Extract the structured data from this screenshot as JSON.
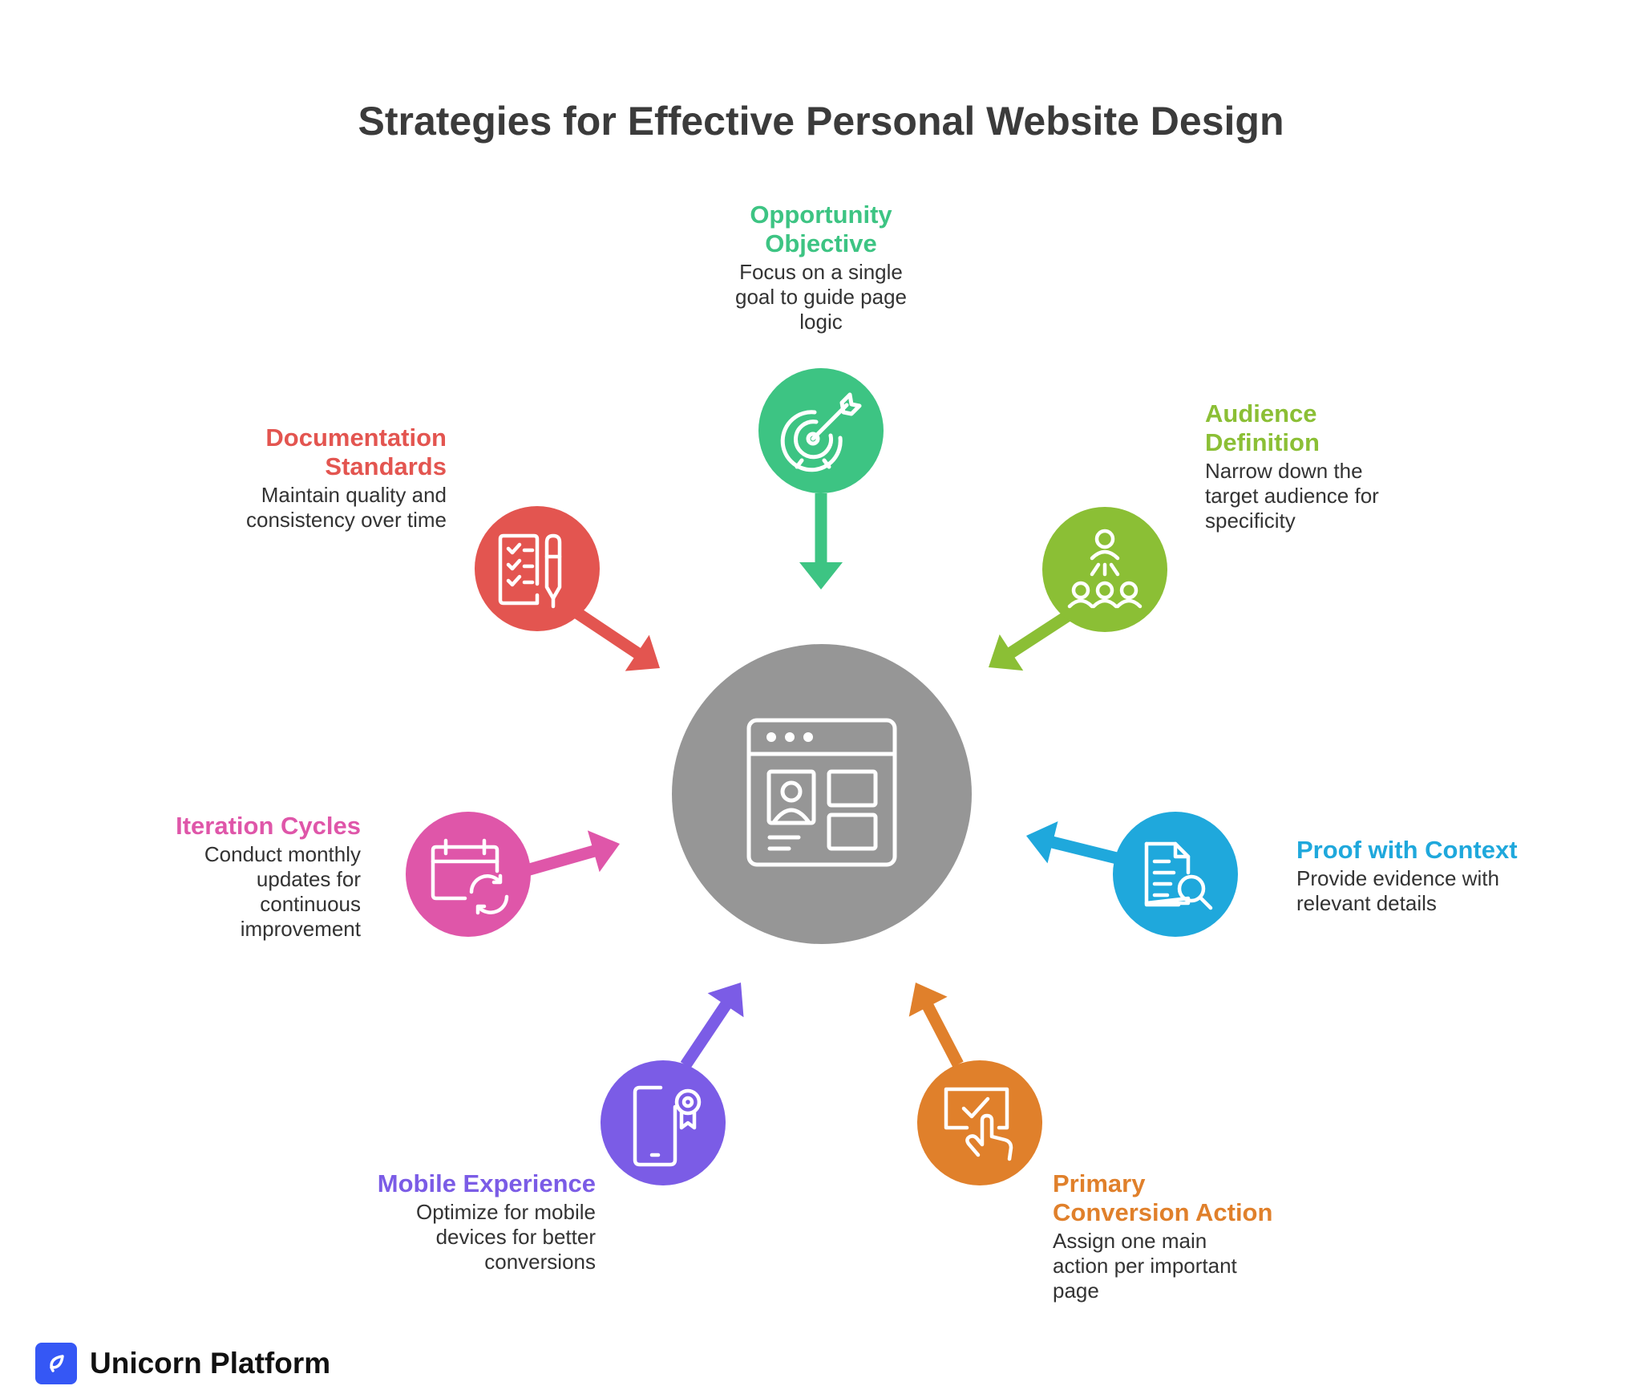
{
  "title": "Strategies for Effective Personal Website Design",
  "hub": {
    "icon": "web-profile-page-icon",
    "color": "#969696"
  },
  "items": [
    {
      "key": "opportunity",
      "title_lines": [
        "Opportunity",
        "Objective"
      ],
      "description_lines": [
        "Focus on a single",
        "goal to guide page",
        "logic"
      ],
      "color": "#3dc483",
      "icon": "target-arrow-icon"
    },
    {
      "key": "audience",
      "title_lines": [
        "Audience",
        "Definition"
      ],
      "description_lines": [
        "Narrow down the",
        "target audience for",
        "specificity"
      ],
      "color": "#8bbf35",
      "icon": "audience-group-icon"
    },
    {
      "key": "proof",
      "title_lines": [
        "Proof with Context"
      ],
      "description_lines": [
        "Provide evidence with",
        "relevant details"
      ],
      "color": "#1fa8dc",
      "icon": "document-search-icon"
    },
    {
      "key": "conversion",
      "title_lines": [
        "Primary",
        "Conversion Action"
      ],
      "description_lines": [
        "Assign one main",
        "action per important",
        "page"
      ],
      "color": "#e0802b",
      "icon": "click-check-icon"
    },
    {
      "key": "mobile",
      "title_lines": [
        "Mobile Experience"
      ],
      "description_lines": [
        "Optimize for mobile",
        "devices for better",
        "conversions"
      ],
      "color": "#7b5ce6",
      "icon": "mobile-badge-icon"
    },
    {
      "key": "iteration",
      "title_lines": [
        "Iteration Cycles"
      ],
      "description_lines": [
        "Conduct monthly",
        "updates for",
        "continuous",
        "improvement"
      ],
      "color": "#df56a9",
      "icon": "calendar-refresh-icon"
    },
    {
      "key": "documentation",
      "title_lines": [
        "Documentation",
        "Standards"
      ],
      "description_lines": [
        "Maintain quality and",
        "consistency over time"
      ],
      "color": "#e35550",
      "icon": "checklist-pen-icon"
    }
  ],
  "brand": {
    "name": "Unicorn Platform",
    "icon": "unicorn-logo-icon",
    "color": "#3557f5"
  }
}
